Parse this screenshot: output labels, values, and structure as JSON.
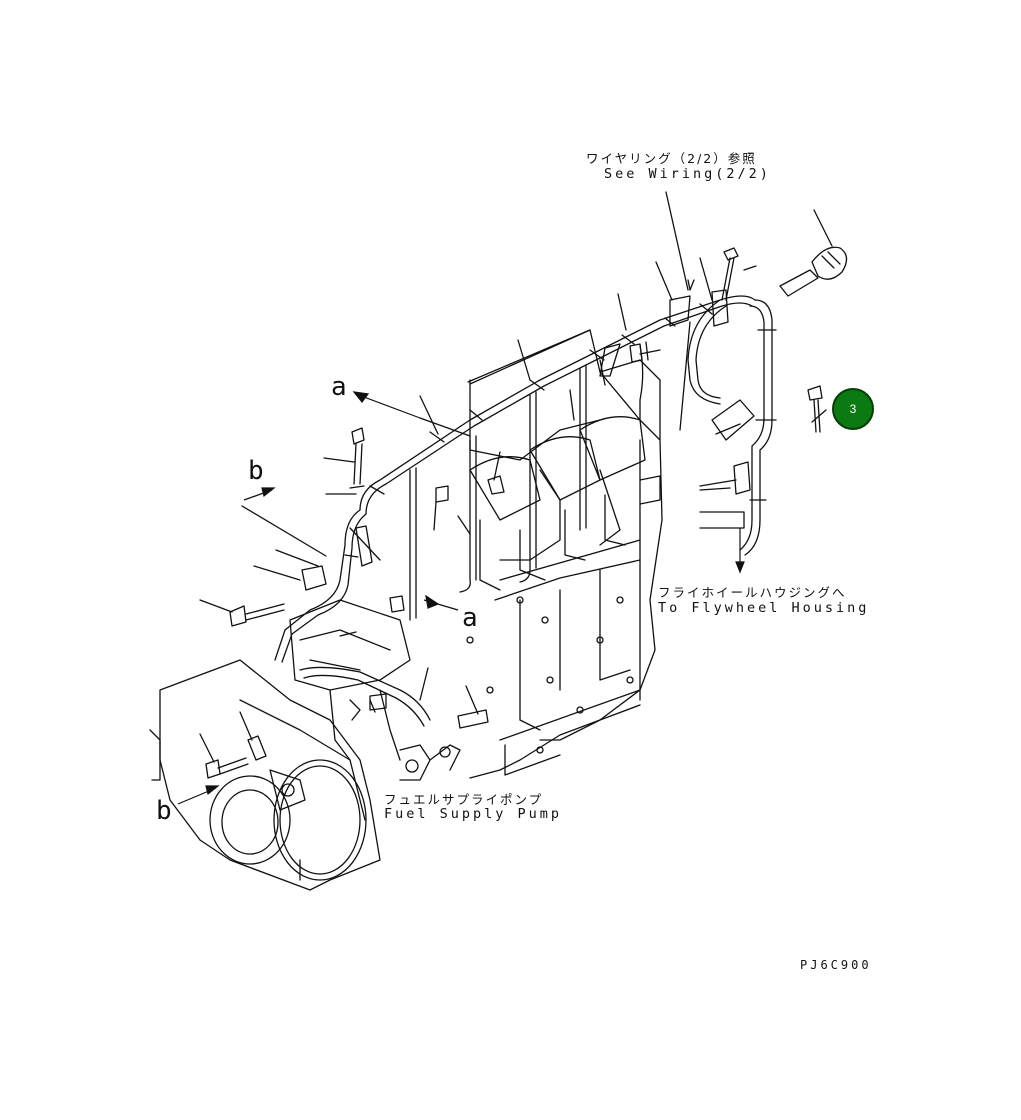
{
  "labels": {
    "wiring_jp": "ワイヤリング（2/2）参照",
    "wiring_en": "See Wiring(2/2)",
    "flywheel_jp": "フライホイールハウジングへ",
    "flywheel_en": "To Flywheel Housing",
    "pump_jp": "フュエルサプライポンプ",
    "pump_en": "Fuel Supply Pump"
  },
  "view_markers": {
    "a": "a",
    "b": "b"
  },
  "callouts": [
    {
      "number": "3",
      "color": "#0b7a12"
    }
  ],
  "drawing_code": "PJ6C900"
}
